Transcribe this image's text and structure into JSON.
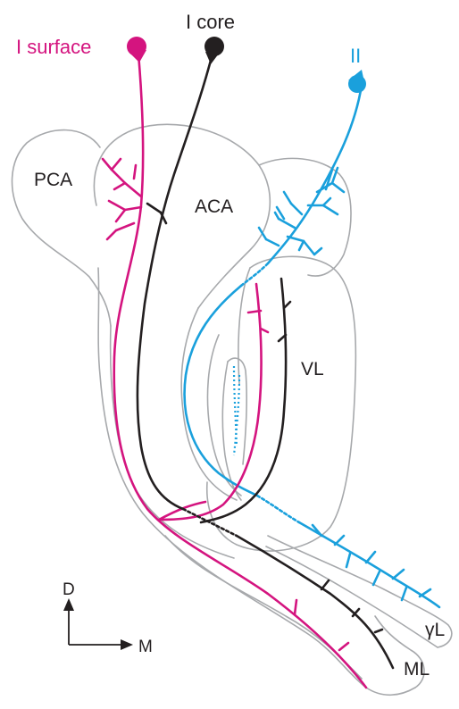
{
  "neurons": [
    {
      "id": "i-surface",
      "label": "I surface",
      "color": "#d4147f"
    },
    {
      "id": "i-core",
      "label": "I core",
      "color": "#231f20"
    },
    {
      "id": "ii",
      "label": "II",
      "color": "#1aa0dc"
    }
  ],
  "regions": {
    "pca": "PCA",
    "aca": "ACA",
    "vl": "VL",
    "gl": "γL",
    "ml": "ML"
  },
  "axes": {
    "dorsal": "D",
    "medial": "M"
  },
  "colors": {
    "outline": "#a7a9ac",
    "magenta": "#d4147f",
    "black": "#231f20",
    "blue": "#1aa0dc"
  }
}
